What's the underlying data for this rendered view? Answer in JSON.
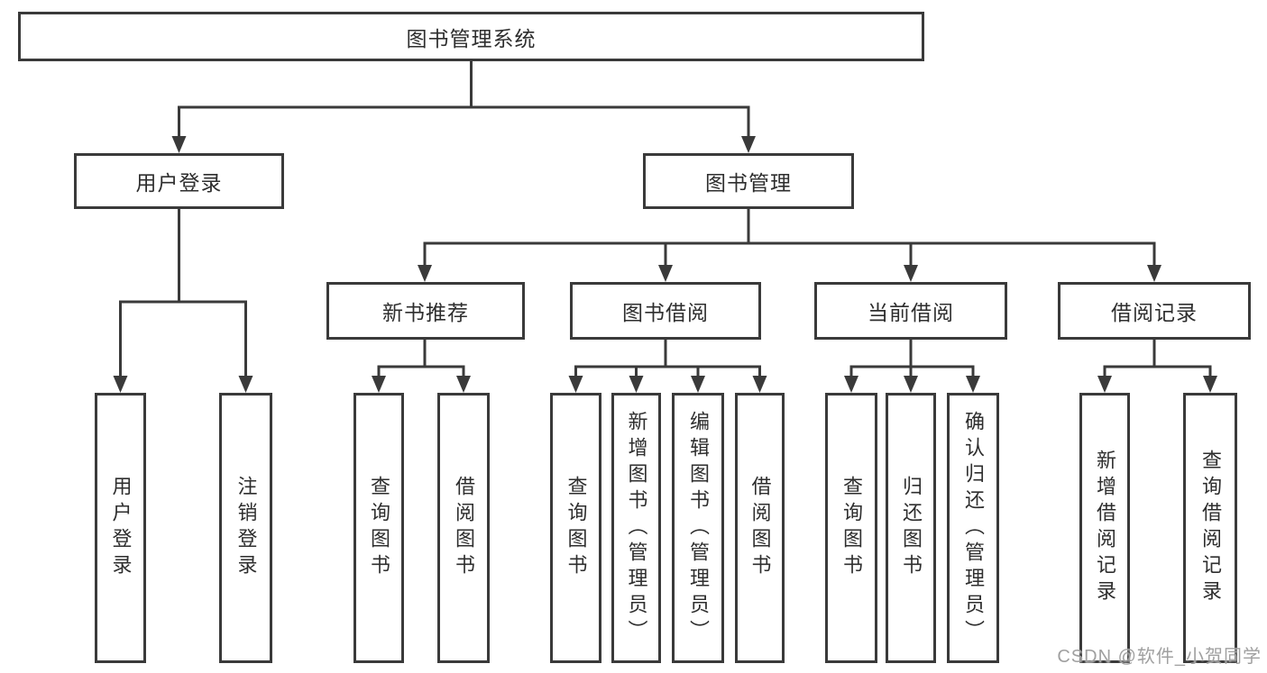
{
  "colors": {
    "line": "#3a3a3a",
    "text": "#2e2e2e",
    "watermark": "#a0a0a0",
    "background": "#ffffff"
  },
  "watermark": "CSDN @软件_小贺同学",
  "tree": {
    "root": {
      "label": "图书管理系统"
    },
    "branches": [
      {
        "label": "用户登录",
        "children": [
          {
            "label": "用户登录"
          },
          {
            "label": "注销登录"
          }
        ]
      },
      {
        "label": "图书管理",
        "children": [
          {
            "label": "新书推荐",
            "children": [
              {
                "label": "查询图书"
              },
              {
                "label": "借阅图书"
              }
            ]
          },
          {
            "label": "图书借阅",
            "children": [
              {
                "label": "查询图书"
              },
              {
                "label": "新增图书（管理员）"
              },
              {
                "label": "编辑图书（管理员）"
              },
              {
                "label": "借阅图书"
              }
            ]
          },
          {
            "label": "当前借阅",
            "children": [
              {
                "label": "查询图书"
              },
              {
                "label": "归还图书"
              },
              {
                "label": "确认归还（管理员）"
              }
            ]
          },
          {
            "label": "借阅记录",
            "children": [
              {
                "label": "新增借阅记录"
              },
              {
                "label": "查询借阅记录"
              }
            ]
          }
        ]
      }
    ]
  }
}
